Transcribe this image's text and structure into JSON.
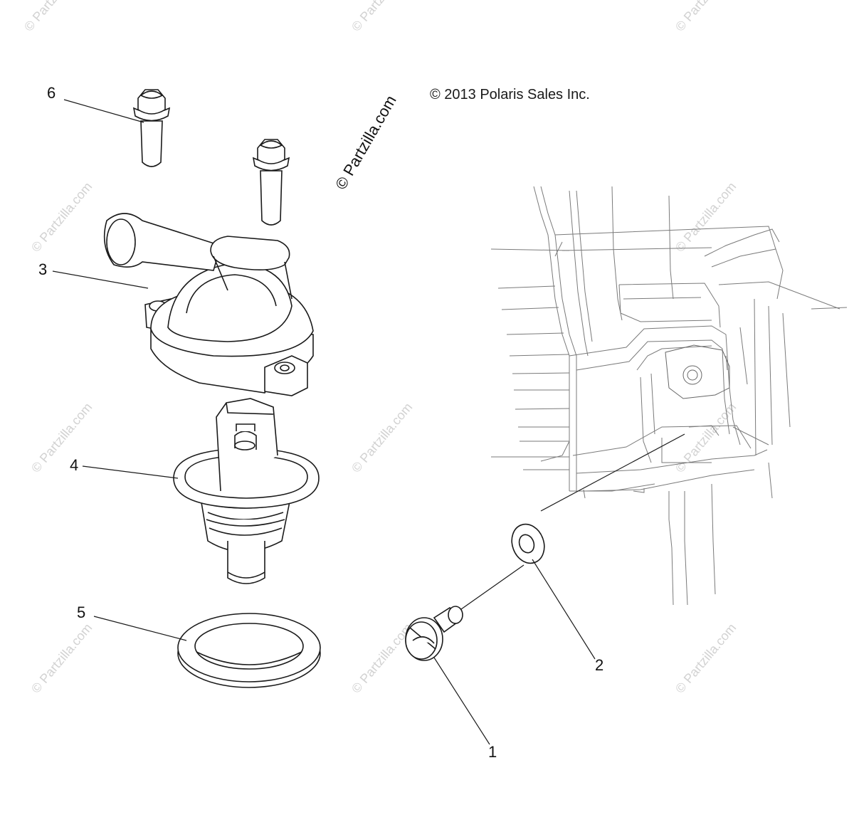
{
  "copyright": "© 2013 Polaris Sales Inc.",
  "watermark_main": "© Partzilla.com",
  "watermark_tile": "© Partzilla.com",
  "callouts": {
    "c1": "1",
    "c2": "2",
    "c3": "3",
    "c4": "4",
    "c5": "5",
    "c6": "6"
  },
  "colors": {
    "line": "#1a1a1a",
    "watermark": "#d2d2d2",
    "engine_lines": "#7a7a7a"
  }
}
